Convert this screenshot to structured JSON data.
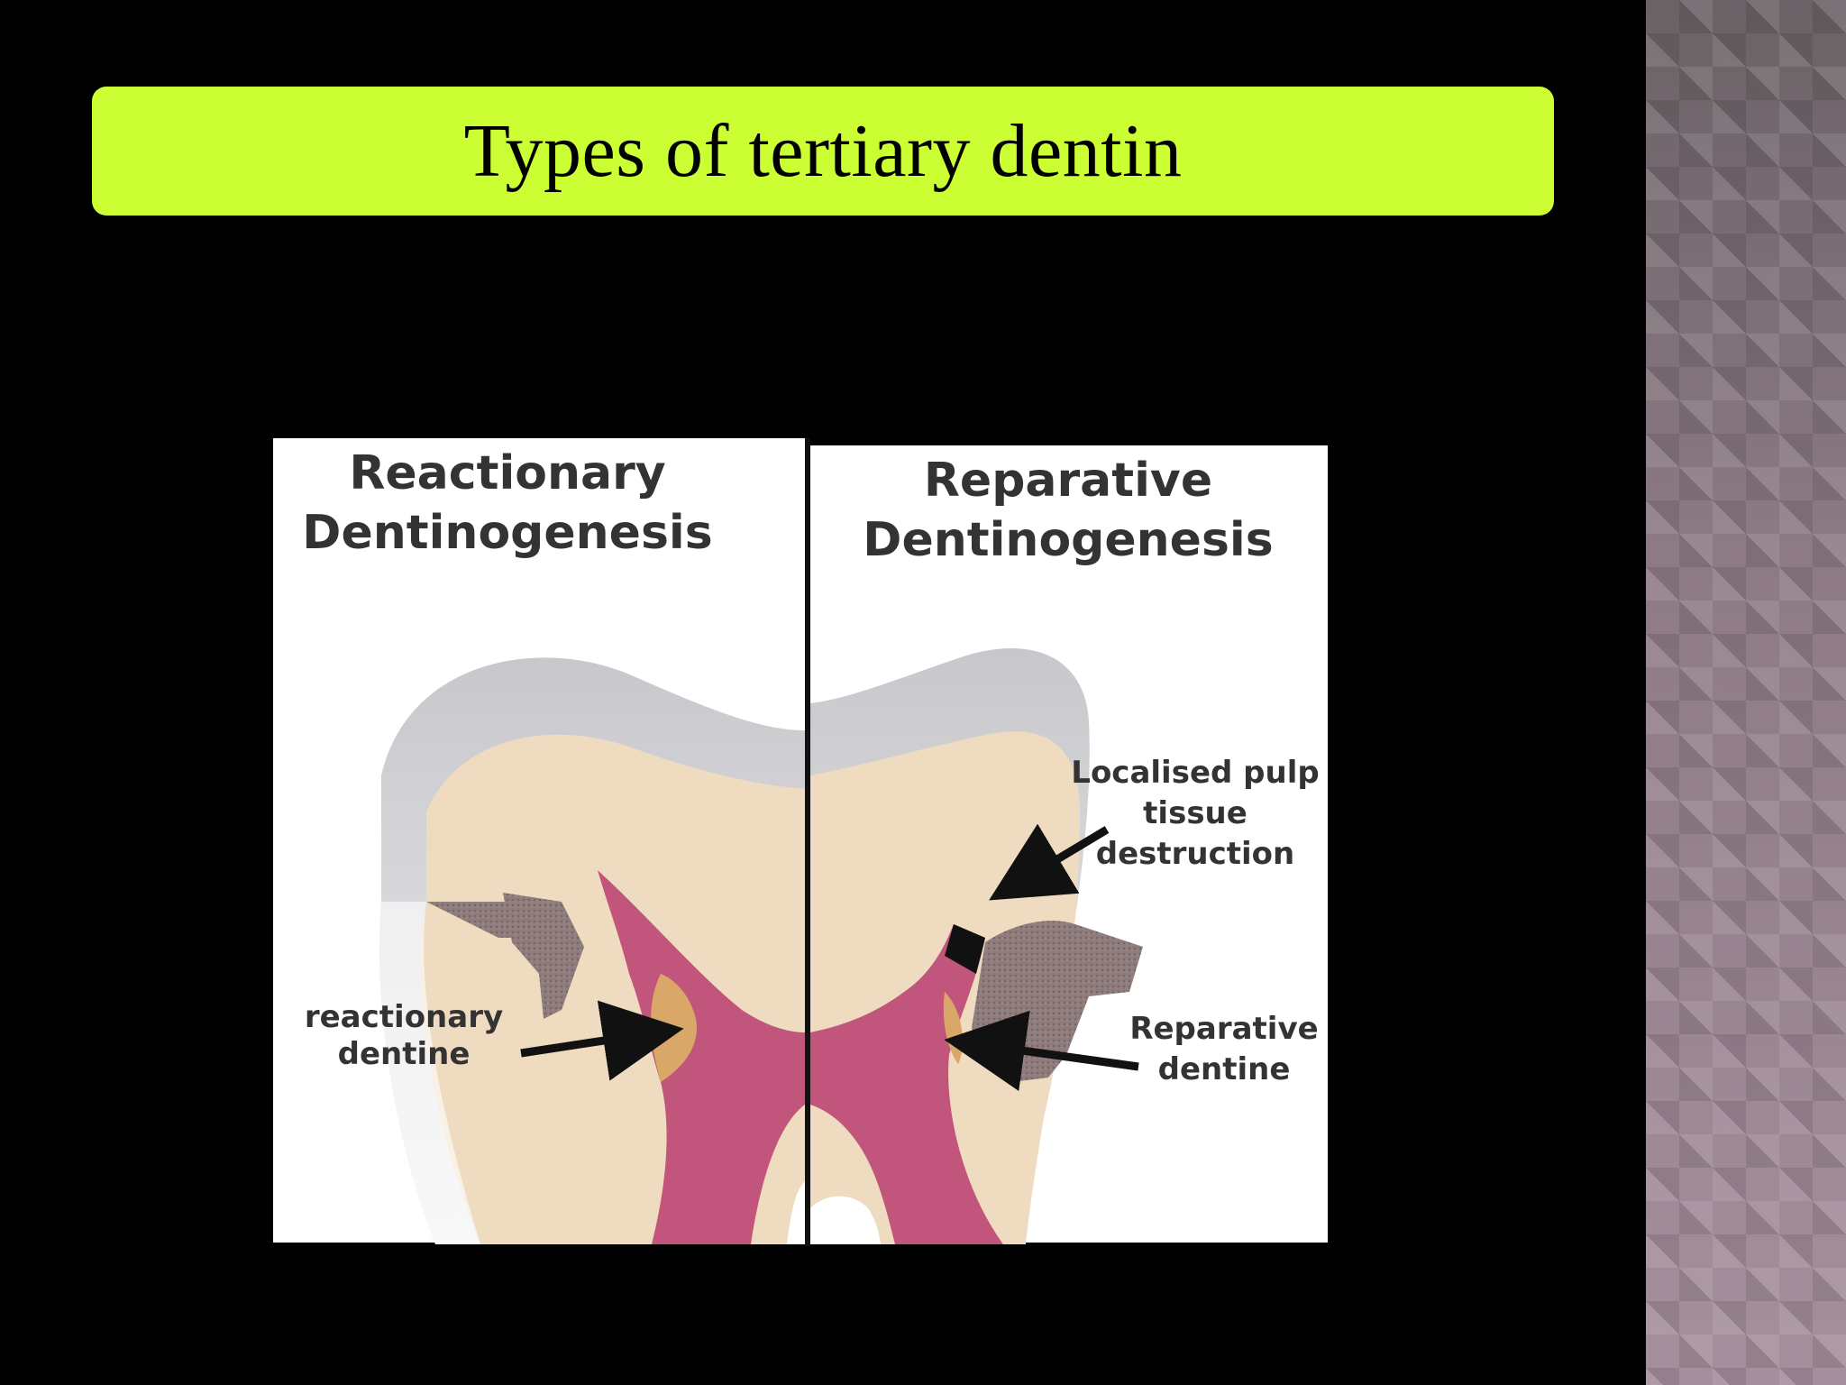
{
  "slide": {
    "title": "Types of tertiary dentin"
  },
  "diagram": {
    "left_panel": {
      "heading_line1": "Reactionary",
      "heading_line2": "Dentinogenesis",
      "label_line1": "reactionary",
      "label_line2": "dentine"
    },
    "right_panel": {
      "heading_line1": "Reparative",
      "heading_line2": "Dentinogenesis",
      "top_label_line1": "Localised pulp",
      "top_label_line2": "tissue",
      "top_label_line3": "destruction",
      "bottom_label_line1": "Reparative",
      "bottom_label_line2": "dentine"
    }
  },
  "colors": {
    "title_bar": "#ccff33",
    "background": "#000000",
    "enamel": "#d9d9dc",
    "dentin": "#efdcc0",
    "pulp": "#c2557b",
    "caries": "#8e7b7b",
    "reactionary_dentine": "#d9a868"
  }
}
